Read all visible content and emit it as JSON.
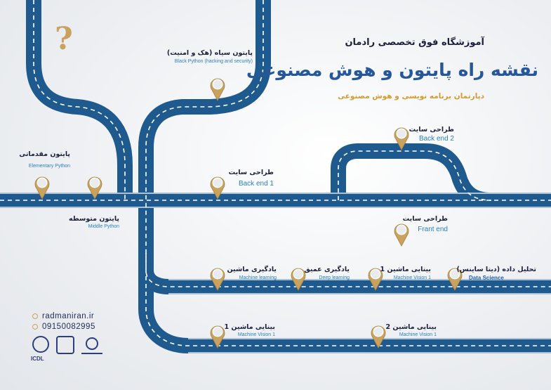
{
  "header": {
    "school": "آموزشگاه فوق تخصصی رادمان",
    "title": "نقشه راه پایتون و هوش مصنوعی",
    "department": "دپارتمان برنامه نویسی و هوش مصنوعی"
  },
  "decoration": {
    "question_mark": "?"
  },
  "contact": {
    "website": "radmaniran.ir",
    "phone": "09150082995",
    "web_icon": "location-icon",
    "phone_icon": "phone-icon"
  },
  "logos": {
    "icdl": "ICDL"
  },
  "colors": {
    "road": "#1f5a8e",
    "road_edge": "#ffffff",
    "pin_gold": "#c9a25e",
    "title_blue": "#27579b",
    "accent_orange": "#d69a2e"
  },
  "milestones": {
    "black_python": {
      "fa": "پایتون سیاه (هک و امنیت)",
      "en": "Black Python (hacking and security)"
    },
    "intro_python": {
      "fa": "پایتون مقدماتی",
      "en": "Elementary Python"
    },
    "middle_python": {
      "fa": "پایتون متوسطه",
      "en": "Middle Python"
    },
    "backend1": {
      "fa": "طراحی سایت",
      "en": "Back end 1"
    },
    "backend2": {
      "fa": "طراحی سایت",
      "en": "Back end 2"
    },
    "frontend": {
      "fa": "طراحی سایت",
      "en": "Frant end"
    },
    "ml": {
      "fa": "یادگیری ماشین",
      "en": "Machine learning"
    },
    "dl": {
      "fa": "یادگیری عمیق",
      "en": "Deep learning"
    },
    "mv1_top": {
      "fa": "بینایی ماشین 1",
      "en": "Machine Vision 1"
    },
    "ds": {
      "fa": "تحلیل داده (دیتا ساینس)",
      "en": "Data Science"
    },
    "mv1_bottom": {
      "fa": "بینایی ماشین 1",
      "en": "Machine Vision 1"
    },
    "mv2": {
      "fa": "بینایی ماشین 2",
      "en": "Machine Vision 1"
    }
  }
}
